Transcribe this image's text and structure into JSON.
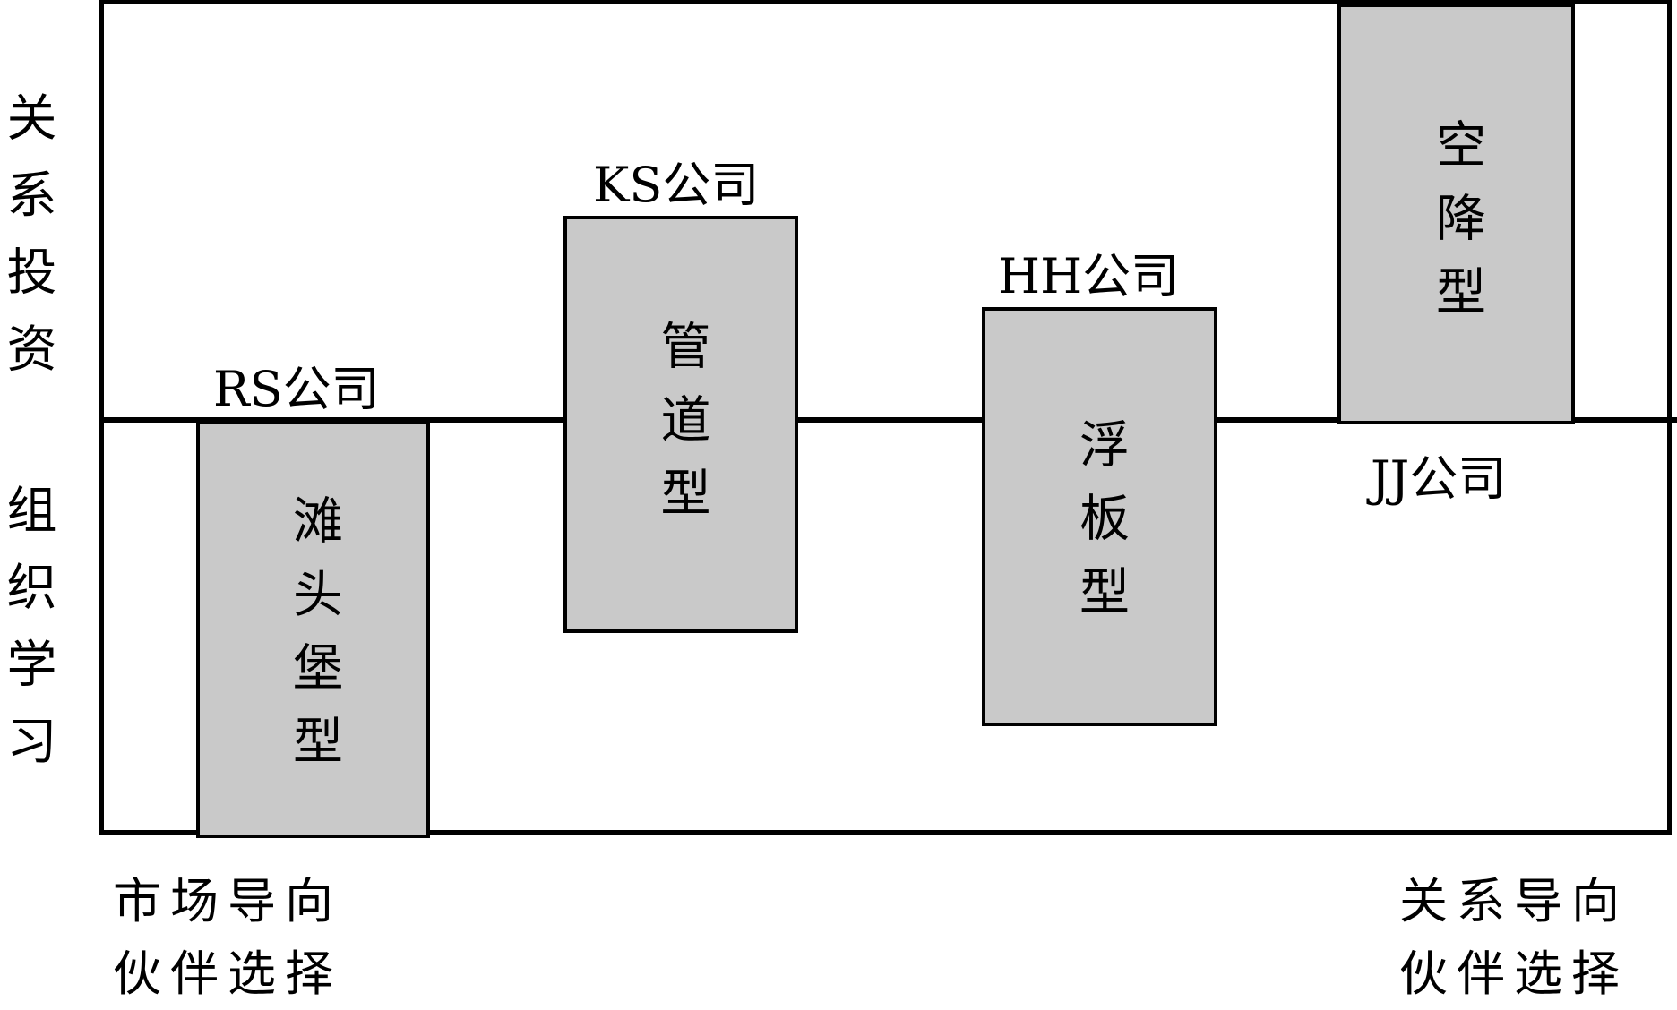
{
  "y_axis": {
    "upper_label": "关系投资",
    "lower_label": "组织学习"
  },
  "x_axis": {
    "left_line1": "市场导向",
    "left_line2": "伙伴选择",
    "right_line1": "关系导向",
    "right_line2": "伙伴选择"
  },
  "types": [
    {
      "company": "RS公司",
      "type": "滩头堡型"
    },
    {
      "company": "KS公司",
      "type": "管道型"
    },
    {
      "company": "HH公司",
      "type": "浮板型"
    },
    {
      "company": "JJ公司",
      "type": "空降型"
    }
  ],
  "colors": {
    "box_fill": "#c9c9c9",
    "line": "#000000"
  }
}
